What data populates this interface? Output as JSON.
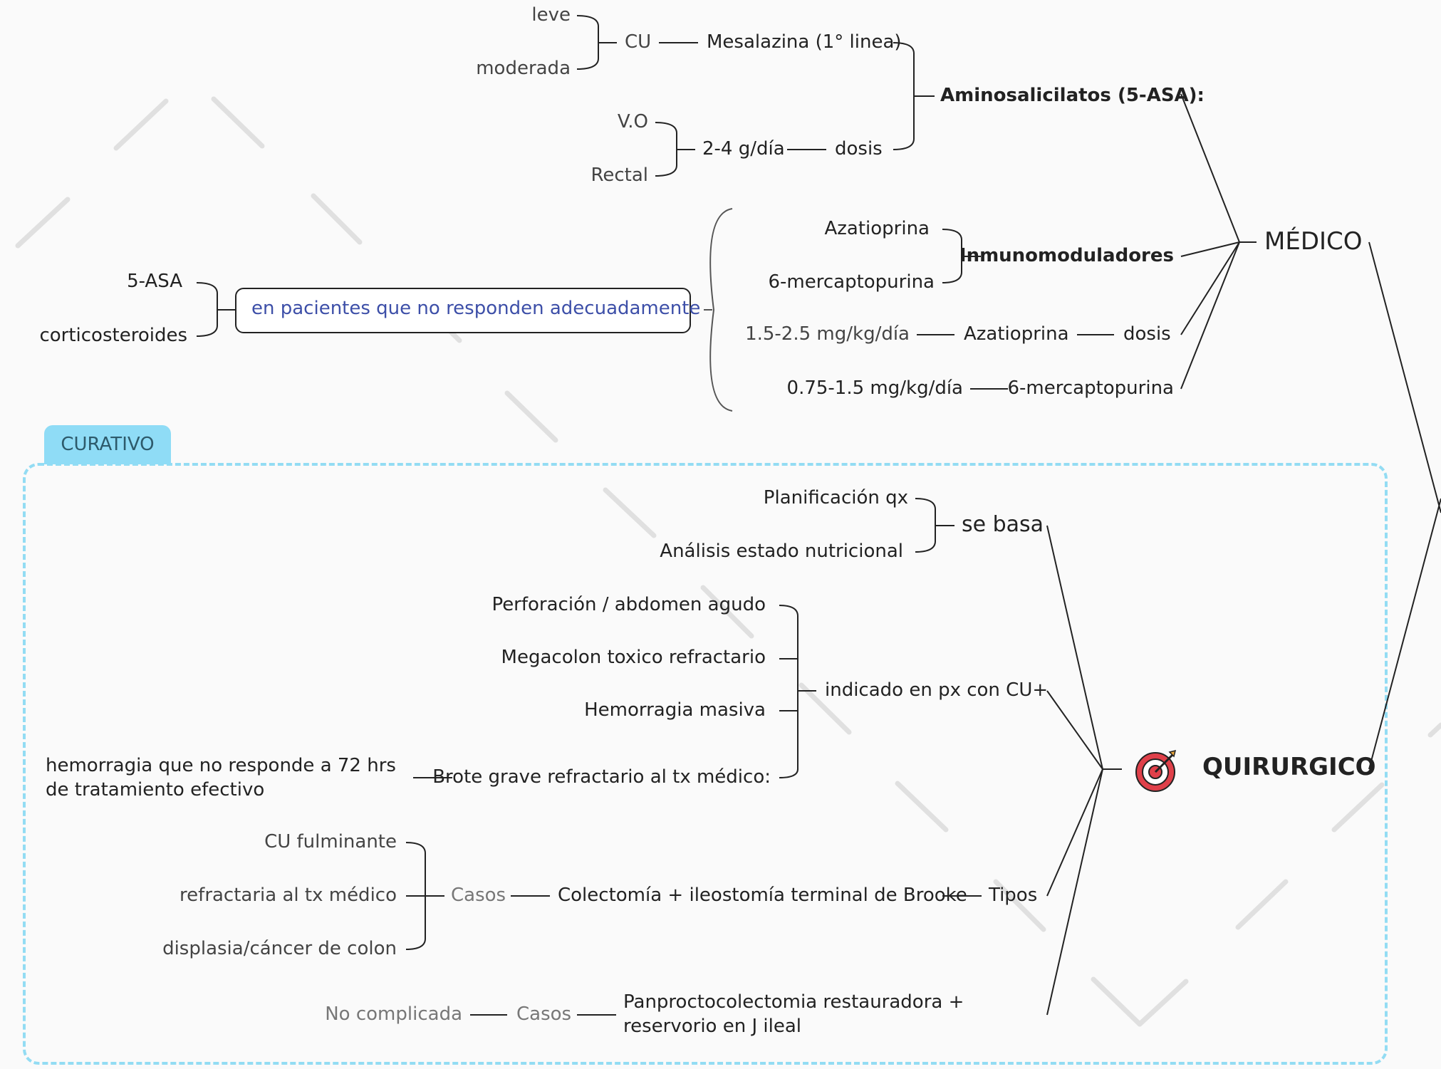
{
  "root": {
    "medico": "MÉDICO",
    "quirurgico": "QUIRURGICO"
  },
  "aminosalicilatos": {
    "label": "Aminosalicilatos (5-ASA):",
    "mesalazina": "Mesalazina (1° linea)",
    "cu": "CU",
    "leve": "leve",
    "moderada": "moderada",
    "dosis": "dosis",
    "dose_value": "2-4 g/día",
    "vo": "V.O",
    "rectal": "Rectal"
  },
  "inmunomoduladores": {
    "label": "Inmunomoduladores",
    "azatioprina": "Azatioprina",
    "mercaptopurina": "6-mercaptopurina",
    "dosis": "dosis",
    "aza_dose_name": "Azatioprina",
    "aza_dose": "1.5-2.5 mg/kg/día",
    "mp_dose_name": "6-mercaptopurina",
    "mp_dose": "0.75-1.5 mg/kg/día",
    "callout": "en pacientes que no responden adecuadamente",
    "asa": "5-ASA",
    "corticosteroides": "corticosteroides"
  },
  "curativo": {
    "tag": "CURATIVO",
    "se_basa": "se basa",
    "planificacion": "Planificación qx",
    "analisis": "Análisis estado nutricional",
    "indicado": "indicado en px con CU+",
    "perforacion": "Perforación / abdomen agudo",
    "megacolon": "Megacolon toxico refractario",
    "hemorragia": "Hemorragia masiva",
    "brote": "Brote grave refractario al tx médico:",
    "hemorragia_72": "hemorragia que no responde a 72 hrs de tratamiento efectivo",
    "tipos": "Tipos",
    "colectomia": "Colectomía + ileostomía terminal de Brooke",
    "casos": "Casos",
    "fulminante": "CU fulminante",
    "refractaria": "refractaria al tx médico",
    "displasia": "displasia/cáncer de colon",
    "panproctocolectomia": "Panproctocolectomia restauradora + reservorio en J ileal",
    "casos2": "Casos",
    "no_complicada": "No complicada"
  },
  "colors": {
    "accent_blue": "#93dcf3",
    "tag_bg": "#8fdcf6",
    "callout_text": "#3d4fa8",
    "target_red": "#e0404a"
  },
  "icons": {
    "quirurgico": "target-icon"
  }
}
